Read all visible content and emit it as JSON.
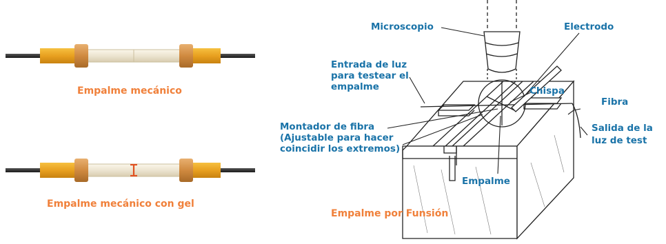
{
  "colors": {
    "orange_label": "#f0803a",
    "blue_label": "#1a73a8",
    "ferrule": "#e8a020",
    "ferrule_band": "#d89040",
    "cable": "#2b2b2b",
    "gel": "#e05020",
    "line": "#222222"
  },
  "left_panel": {
    "splice_1_label": "Empalme mecánico",
    "splice_2_label": "Empalme mecánico con gel"
  },
  "right_panel": {
    "title": "Empalme por Funsión",
    "labels": {
      "microscopio": "Microscopio",
      "electrodo": "Electrodo",
      "entrada_1": "Entrada de luz",
      "entrada_2": "para testear el",
      "entrada_3": "empalme",
      "chispa": "Chispa",
      "fibra": "Fibra",
      "montador_1": "Montador de fibra",
      "montador_2": "(Ajustable para hacer",
      "montador_3": "coincidir los extremos)",
      "salida_1": "Salida de la",
      "salida_2": "luz de test",
      "empalme": "Empalme"
    }
  }
}
